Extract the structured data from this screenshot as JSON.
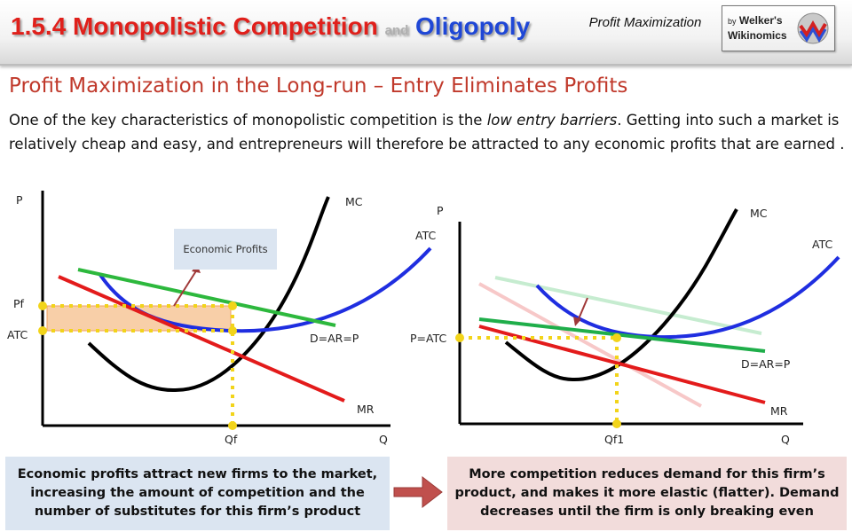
{
  "header": {
    "title_main": "1.5.4 Monopolistic Competition",
    "title_and": "and",
    "title_end": "Oligopoly",
    "topic": "Profit Maximization",
    "logo_by": "by",
    "logo_name": "Welker's",
    "logo_brand": "Wikinomics"
  },
  "heading": "Profit Maximization in the Long-run – Entry Eliminates Profits",
  "intro": {
    "before": "One of the key characteristics of monopolistic competition is the ",
    "emphasis": "low entry barriers",
    "after": ". Getting into such a market is relatively cheap and easy, and entrepreneurs will therefore be attracted to any economic profits that are earned ."
  },
  "left_graph": {
    "y_axis": "P",
    "x_axis": "Q",
    "mc": "MC",
    "atc": "ATC",
    "demand": "D=AR=P",
    "mr": "MR",
    "price_tick": "Pf",
    "atc_tick": "ATC",
    "qty_tick": "Qf",
    "callout": "Economic Profits"
  },
  "right_graph": {
    "y_axis": "P",
    "x_axis": "Q",
    "mc": "MC",
    "atc": "ATC",
    "demand": "D=AR=P",
    "mr": "MR",
    "price_tick": "P=ATC",
    "qty_tick": "Qf1"
  },
  "box_left": "Economic profits attract new firms to the market, increasing the amount of competition and the number of substitutes for this firm’s product",
  "box_right": "More competition reduces demand for this firm’s product, and makes it more elastic (flatter). Demand decreases until the firm is only breaking even",
  "colors": {
    "title_red": "#e0201b",
    "title_blue": "#1f47d6",
    "heading_red": "#c0392b",
    "demand_green": "#2db83d",
    "mr_red": "#e31b1b",
    "atc_blue": "#1f2ee0",
    "mc_black": "#000000",
    "dotted_yellow": "#f2d41a",
    "profit_fill": "#f8cfa8"
  }
}
